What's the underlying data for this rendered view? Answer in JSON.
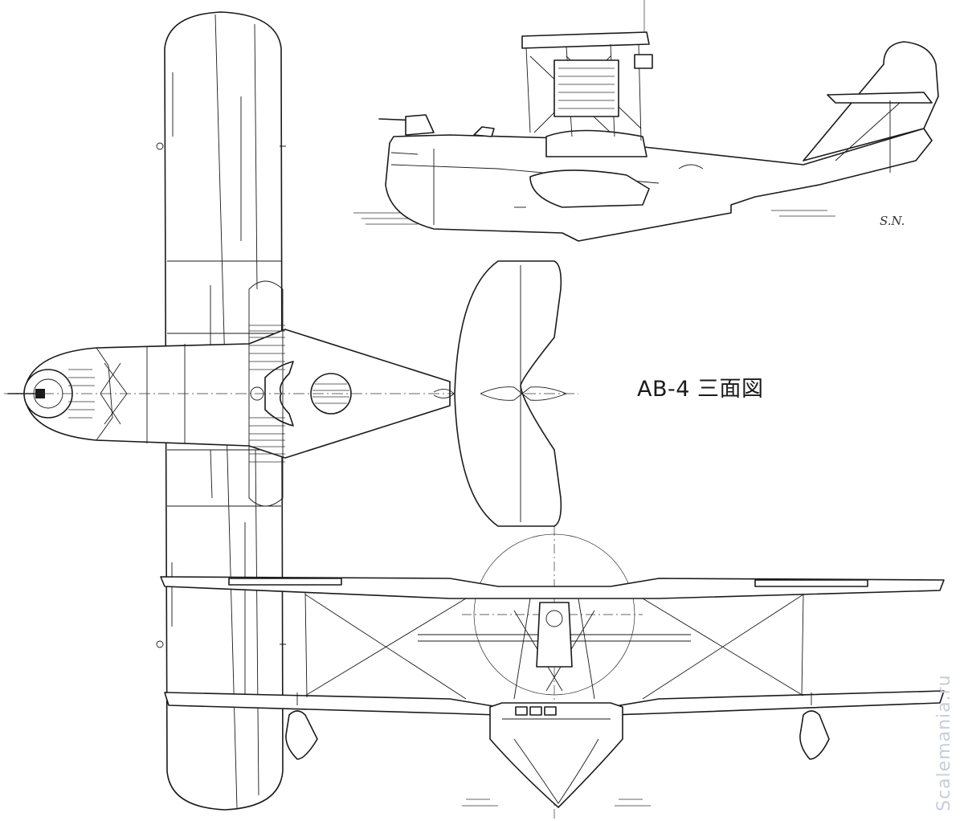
{
  "title": "AB-4 三面図",
  "signature": "S.N.",
  "watermark": "Scalemania.ru",
  "views": {
    "side": "side-view",
    "top": "top-view",
    "front": "front-view"
  }
}
